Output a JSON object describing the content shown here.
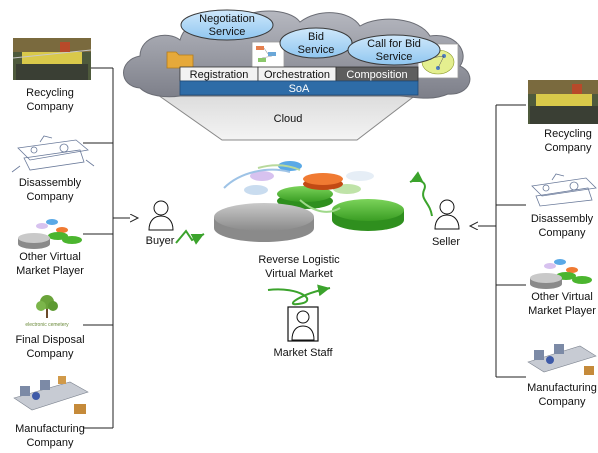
{
  "cloud": {
    "label": "Cloud",
    "services": {
      "negotiation": [
        "Negotiation",
        "Service"
      ],
      "bid": [
        "Bid",
        "Service"
      ],
      "call_for_bid": [
        "Call for Bid",
        "Service"
      ]
    },
    "bar": {
      "registration": "Registration",
      "orchestration": "Orchestration",
      "composition": "Composition",
      "soa": "SoA"
    }
  },
  "market": {
    "title": [
      "Reverse Logistic",
      "Virtual Market"
    ],
    "staff": "Market Staff"
  },
  "roles": {
    "buyer": "Buyer",
    "seller": "Seller"
  },
  "left_companies": [
    [
      "Recycling",
      "Company"
    ],
    [
      "Disassembly",
      "Company"
    ],
    [
      "Other Virtual",
      "Market Player"
    ],
    [
      "Final Disposal",
      "Company"
    ],
    [
      "Manufacturing",
      "Company"
    ]
  ],
  "right_companies": [
    [
      "Recycling",
      "Company"
    ],
    [
      "Disassembly",
      "Company"
    ],
    [
      "Other Virtual",
      "Market Player"
    ],
    [
      "Manufacturing",
      "Company"
    ]
  ],
  "logo_text": "electronic cemetery",
  "colors": {
    "cloud": "#8d8f99",
    "service_bubble": "#a9d4f5",
    "soa_bar": "#2e6ca7",
    "composition": "#5e5e5e",
    "arrow_green": "#3ba32c",
    "disk_green": "#4bb52f",
    "disk_grey": "#9b9b9b"
  }
}
